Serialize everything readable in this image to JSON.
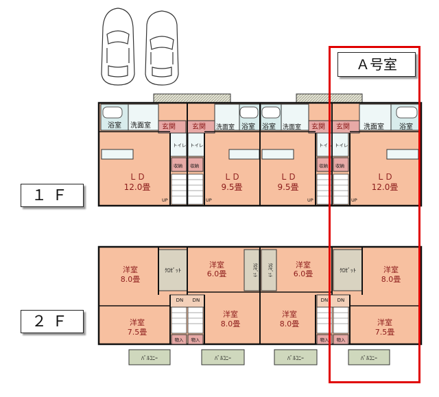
{
  "floors": {
    "first": "１Ｆ",
    "second": "２Ｆ"
  },
  "unit_tag": "Ａ号室",
  "colors": {
    "room": "#f7c0a0",
    "wet": "#d8ecec",
    "hall": "#e7a9a6",
    "closet": "#d9d3c1",
    "balcony": "#cfd8bd",
    "wall": "#111111",
    "text_red": "#8b1a1a",
    "highlight": "#e00000"
  },
  "rooms_1f": {
    "bath": "浴室",
    "washroom": "洗面室",
    "entrance": "玄関",
    "toilet": "トイレ",
    "storage": "収納",
    "ld_label": "ＬＤ",
    "ld_a": "12.0畳",
    "ld_b": "9.5畳",
    "ld_c": "9.5畳",
    "ld_d": "12.0畳",
    "up": "UP"
  },
  "rooms_2f": {
    "western": "洋室",
    "size_8": "8.0畳",
    "size_6": "6.0畳",
    "size_75": "7.5畳",
    "closet": "ｸﾛｾﾞｯﾄ",
    "closet_v": "ｸﾛｾﾞｯﾄ",
    "dn": "DN",
    "storage": "物入",
    "balcony": "ﾊﾞﾙｺﾆｰ"
  }
}
